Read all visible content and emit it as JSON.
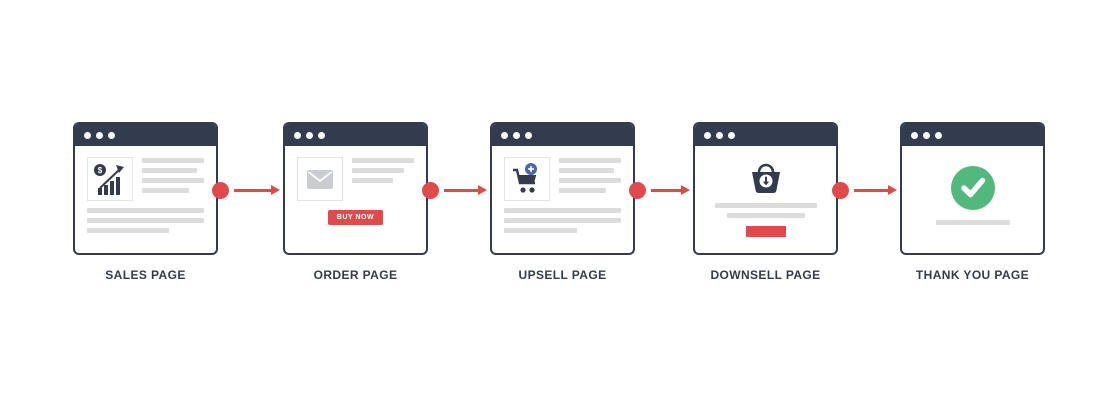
{
  "diagram": {
    "name": "sales-funnel-pages-flow",
    "steps": [
      {
        "id": "sales-page",
        "label": "SALES PAGE",
        "icon": "sales-growth-chart-icon"
      },
      {
        "id": "order-page",
        "label": "ORDER PAGE",
        "icon": "envelope-icon",
        "button": "BUY NOW"
      },
      {
        "id": "upsell-page",
        "label": "UPSELL PAGE",
        "icon": "cart-plus-icon"
      },
      {
        "id": "downsell-page",
        "label": "DOWNSELL PAGE",
        "icon": "basket-download-icon"
      },
      {
        "id": "thank-you-page",
        "label": "THANK YOU PAGE",
        "icon": "check-circle-icon"
      }
    ],
    "colors": {
      "navy": "#333c4e",
      "red": "#e04a4a",
      "green": "#53b87b",
      "skeleton_gray": "#dcdcdc",
      "badge_blue": "#4a69a8"
    }
  }
}
